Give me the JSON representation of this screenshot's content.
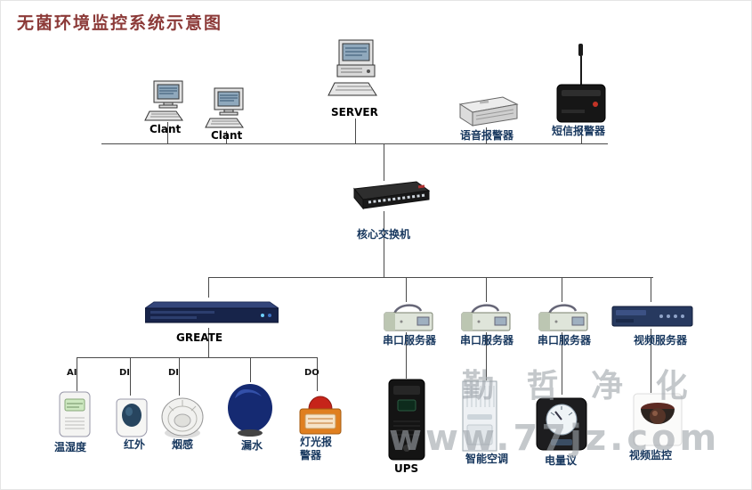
{
  "title": "无菌环境监控系统示意图",
  "top_row": {
    "client1": "Clant",
    "client2": "Clant",
    "server": "SERVER",
    "voice_alarm": "语音报警器",
    "sms_alarm": "短信报警器"
  },
  "core_switch": "核心交换机",
  "mid_row": {
    "greate": "GREATE",
    "serial_server_1": "串口服务器",
    "serial_server_2": "串口服务器",
    "serial_server_3": "串口服务器",
    "video_server": "视频服务器"
  },
  "sensor_row": {
    "port_ai": "AI",
    "port_di1": "DI",
    "port_di2": "DI",
    "port_do": "DO",
    "temp_humidity": "温湿度",
    "infrared": "红外",
    "smoke": "烟感",
    "water_leak": "漏水",
    "light_alarm": "灯光报警器"
  },
  "bottom_row": {
    "ups": "UPS",
    "smart_ac": "智能空调",
    "power_meter": "电量议",
    "video_monitor": "视频监控"
  },
  "watermark": {
    "brand": "勤 哲 净 化",
    "url": "www.77jz.com"
  },
  "colors": {
    "title": "#8c3a38",
    "label": "#17375e",
    "line": "#4a4a4a",
    "watermark": "#9ea4aa"
  },
  "icons": {
    "client": "desktop-computer-icon",
    "server": "server-computer-icon",
    "voice_alarm": "voice-alarm-device-icon",
    "sms_alarm": "sms-alarm-antenna-icon",
    "core_switch": "network-switch-icon",
    "greate": "rack-controller-icon",
    "serial_server": "serial-server-icon",
    "video_server": "video-server-icon",
    "temp_humidity": "temp-humidity-sensor-icon",
    "infrared": "pir-sensor-icon",
    "smoke": "smoke-detector-icon",
    "water_leak": "water-leak-sensor-icon",
    "light_alarm": "strobe-alarm-icon",
    "ups": "ups-tower-icon",
    "smart_ac": "cabinet-ac-icon",
    "power_meter": "power-meter-icon",
    "video_monitor": "dome-camera-icon"
  }
}
